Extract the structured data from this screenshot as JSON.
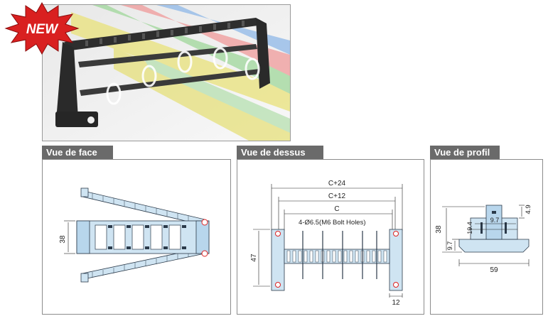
{
  "badge": {
    "label": "NEW"
  },
  "panels": {
    "front": {
      "title": "Vue de face",
      "dim_height": "38"
    },
    "top": {
      "title": "Vue de dessus",
      "dim_c24": "C+24",
      "dim_c12": "C+12",
      "dim_c": "C",
      "bolt_holes": "4-Ø6.5(M6 Bolt Holes)",
      "dim_47": "47",
      "dim_12": "12"
    },
    "side": {
      "title": "Vue de profil",
      "dim_38": "38",
      "dim_4_9": "4.9",
      "dim_9_7_top": "9.7",
      "dim_19_4": "19.4",
      "dim_9_7": "9.7",
      "dim_59": "59"
    }
  },
  "colors": {
    "tab_bg": "#6a6a6a",
    "badge_red": "#d92020",
    "drawing_fill": "#cfe4f2",
    "drawing_stroke": "#2b3a4a"
  }
}
